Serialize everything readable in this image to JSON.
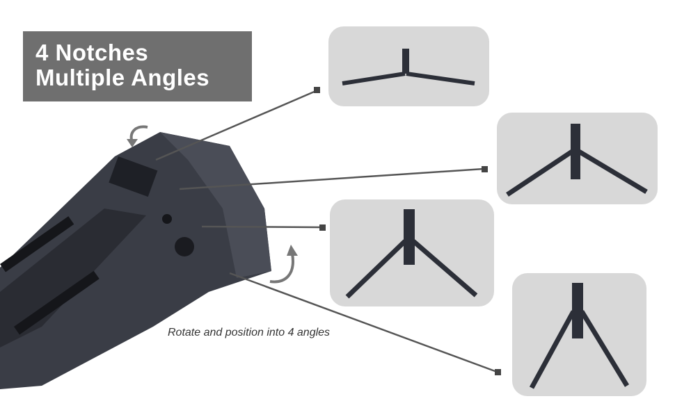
{
  "title": {
    "line1": "4 Notches",
    "line2": "Multiple Angles"
  },
  "caption": "Rotate and position into 4 angles",
  "colors": {
    "title_bg": "#6f6f6f",
    "panel_bg": "#d8d8d8",
    "tripod": "#2c2f38",
    "leader_line": "#555555"
  }
}
